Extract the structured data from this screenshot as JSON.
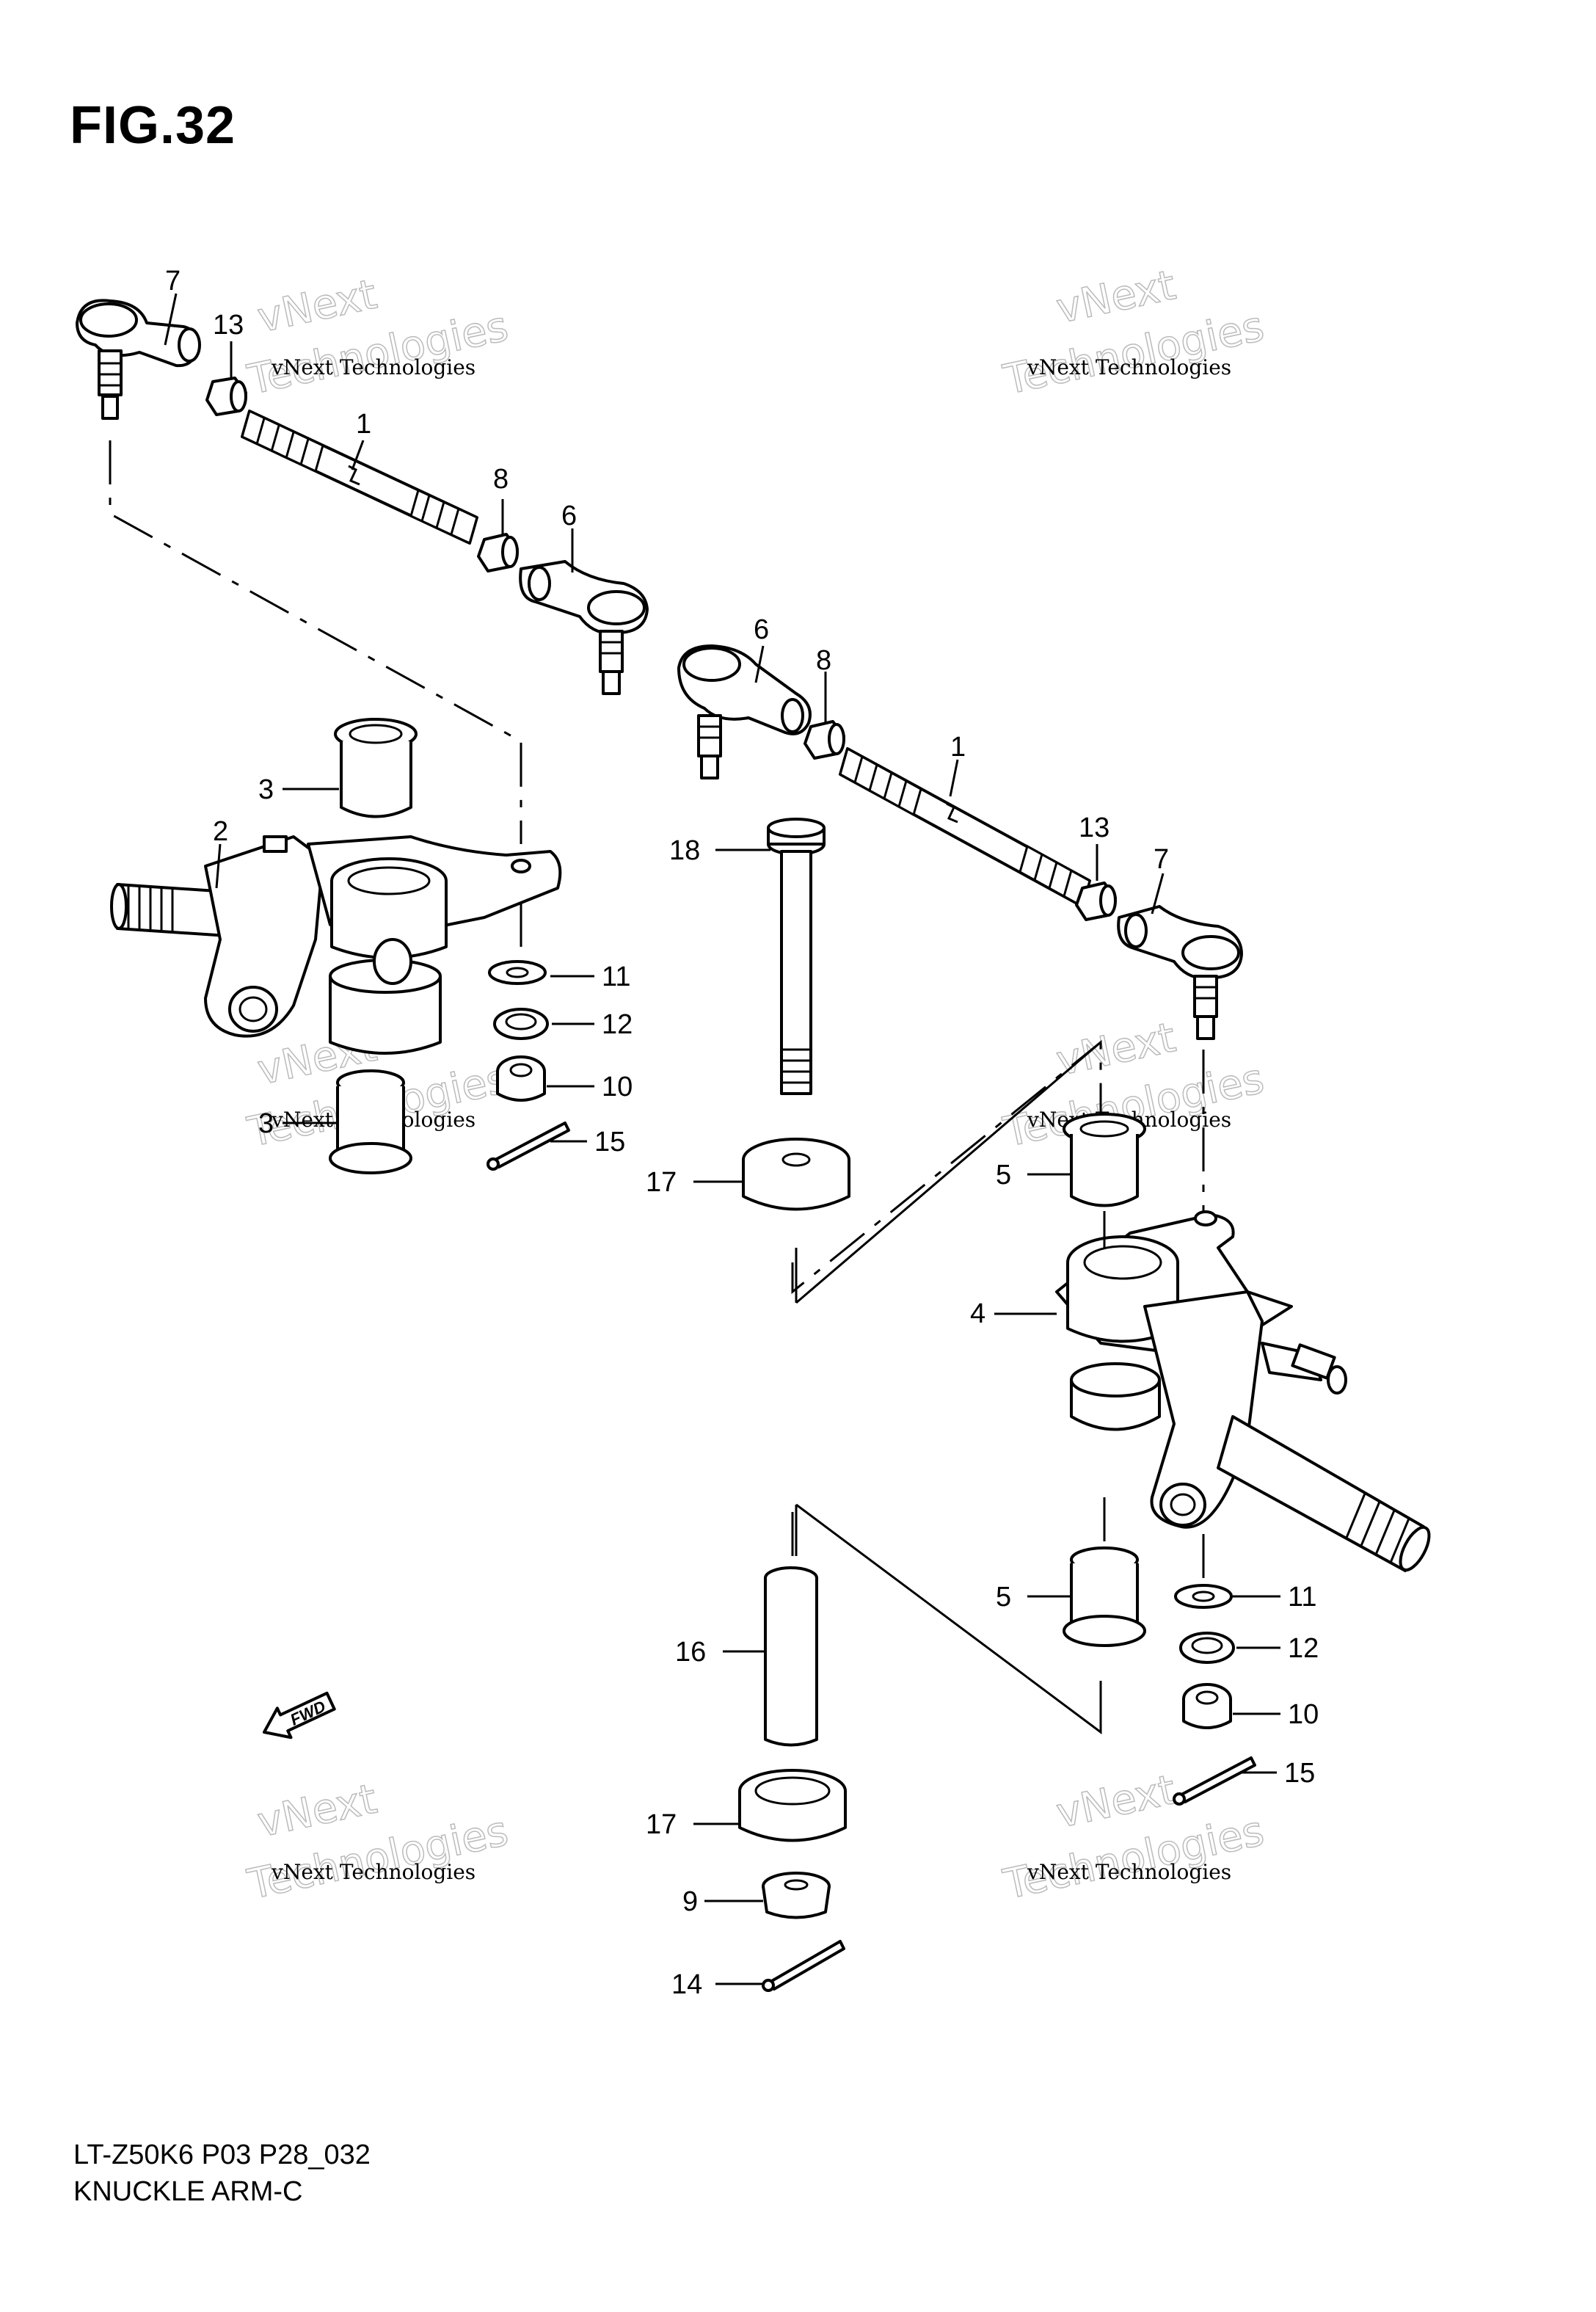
{
  "figure_title": "FIG.32",
  "footer": {
    "model_code": "LT-Z50K6 P03 P28_032",
    "part_name": "KNUCKLE ARM-C"
  },
  "watermark": {
    "line1": "vNext Technologies",
    "line2": "vNext",
    "line3": "Technologies"
  },
  "callouts": [
    "1",
    "1",
    "2",
    "3",
    "3",
    "4",
    "5",
    "5",
    "6",
    "6",
    "7",
    "7",
    "8",
    "8",
    "9",
    "10",
    "10",
    "11",
    "11",
    "12",
    "12",
    "13",
    "13",
    "14",
    "15",
    "15",
    "16",
    "17",
    "17",
    "18"
  ],
  "fwd_label": "FWD"
}
